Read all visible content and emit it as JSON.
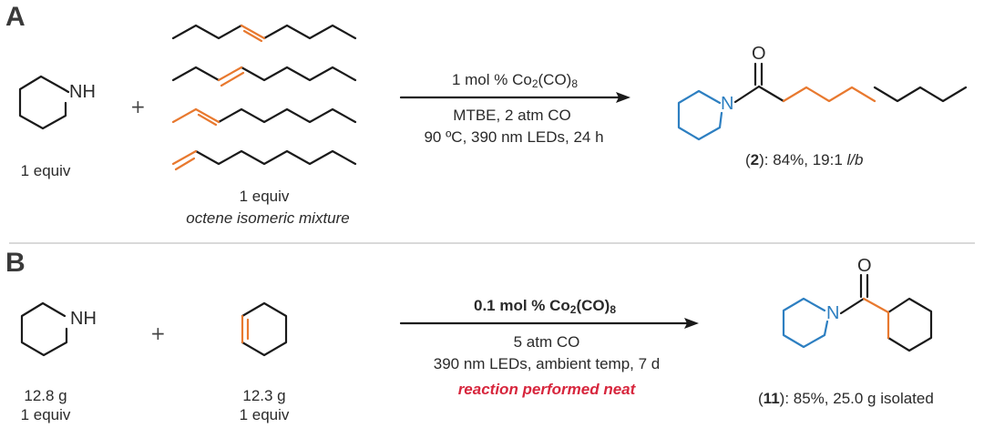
{
  "panel_a": {
    "label": "A",
    "amine": {
      "atom": "NH",
      "amount": "1 equiv"
    },
    "plus": "+",
    "alkene": {
      "amount": "1 equiv",
      "description": "octene isomeric mixture"
    },
    "conditions": {
      "catalyst_prefix": "1 mol % Co",
      "catalyst_sub1": "2",
      "catalyst_mid": "(CO)",
      "catalyst_sub2": "8",
      "line2": "MTBE, 2 atm CO",
      "line3": "90 ºC, 390 nm LEDs, 24 h"
    },
    "product": {
      "o_atom": "O",
      "n_atom": "N",
      "label_open": "(",
      "label_num": "2",
      "label_close": "): 84%, 19:1 ",
      "ratio_label": "l/b"
    }
  },
  "panel_b": {
    "label": "B",
    "amine": {
      "atom": "NH",
      "mass": "12.8 g",
      "amount": "1 equiv"
    },
    "plus": "+",
    "alkene": {
      "mass": "12.3 g",
      "amount": "1 equiv"
    },
    "conditions": {
      "catalyst_prefix": "0.1 mol % Co",
      "catalyst_sub1": "2",
      "catalyst_mid": "(CO)",
      "catalyst_sub2": "8",
      "line2": "5 atm CO",
      "line3": "390 nm LEDs, ambient temp, 7 d",
      "note": "reaction performed neat"
    },
    "product": {
      "o_atom": "O",
      "n_atom": "N",
      "label_open": "(",
      "label_num": "11",
      "label_close": "): 85%, 25.0 g isolated"
    }
  },
  "colors": {
    "bond": "#1a1a1a",
    "highlight": "#e8792f",
    "amine_ring": "#2d7fc1",
    "note": "#d7263d",
    "divider": "#d9d9d9"
  }
}
